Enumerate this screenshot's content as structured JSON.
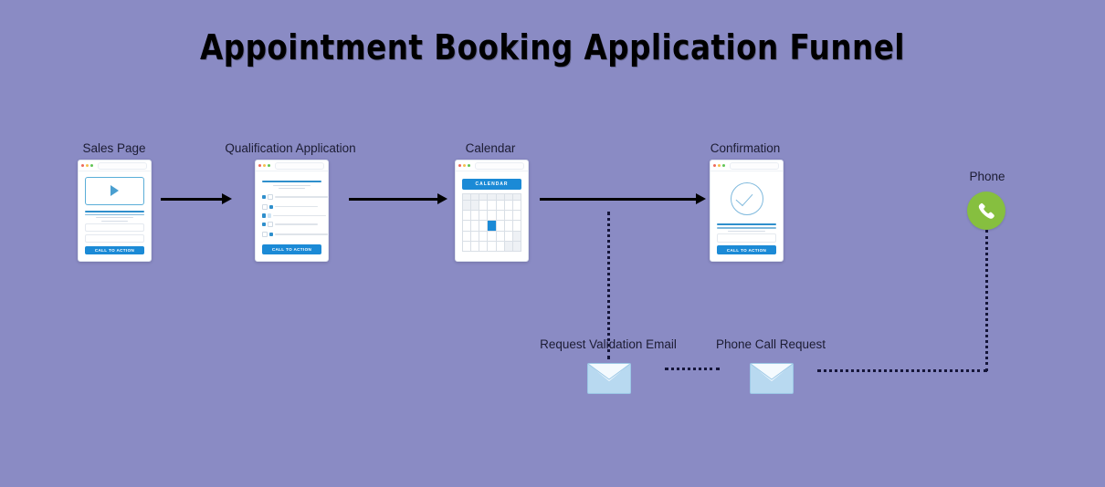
{
  "diagram": {
    "title": "Appointment Booking Application Funnel",
    "background_color": "#8a8bc4",
    "accent_blue": "#1b8ad6",
    "phone_green": "#86bf3f",
    "envelope_blue": "#b8d9f0",
    "arrow_color": "#000000",
    "label_color": "#1c1c33"
  },
  "steps": [
    {
      "id": "sales-page",
      "label": "Sales Page",
      "type": "browser-mockup",
      "cta_label": "CALL TO ACTION",
      "has_video": true
    },
    {
      "id": "qualification-application",
      "label": "Qualification Application",
      "type": "browser-mockup",
      "cta_label": "CALL TO ACTION",
      "form_rows": 5
    },
    {
      "id": "calendar",
      "label": "Calendar",
      "type": "browser-mockup",
      "calendar_header": "CALENDAR",
      "selected_cell": {
        "row": 3,
        "col": 4
      }
    },
    {
      "id": "confirmation",
      "label": "Confirmation",
      "type": "browser-mockup",
      "cta_label": "CALL TO ACTION",
      "has_checkmark": true
    }
  ],
  "secondary_nodes": [
    {
      "id": "request-validation-email",
      "label": "Request Validation Email",
      "icon": "envelope-icon"
    },
    {
      "id": "phone-call-request",
      "label": "Phone Call Request",
      "icon": "envelope-icon"
    },
    {
      "id": "phone",
      "label": "Phone",
      "icon": "phone-icon"
    }
  ],
  "connectors": [
    {
      "from": "sales-page",
      "to": "qualification-application",
      "style": "solid-arrow"
    },
    {
      "from": "qualification-application",
      "to": "calendar",
      "style": "solid-arrow"
    },
    {
      "from": "calendar",
      "to": "confirmation",
      "style": "solid-arrow"
    },
    {
      "from": "calendar",
      "to": "request-validation-email",
      "style": "dotted"
    },
    {
      "from": "request-validation-email",
      "to": "phone-call-request",
      "style": "dotted"
    },
    {
      "from": "phone-call-request",
      "to": "phone",
      "style": "dotted"
    }
  ]
}
